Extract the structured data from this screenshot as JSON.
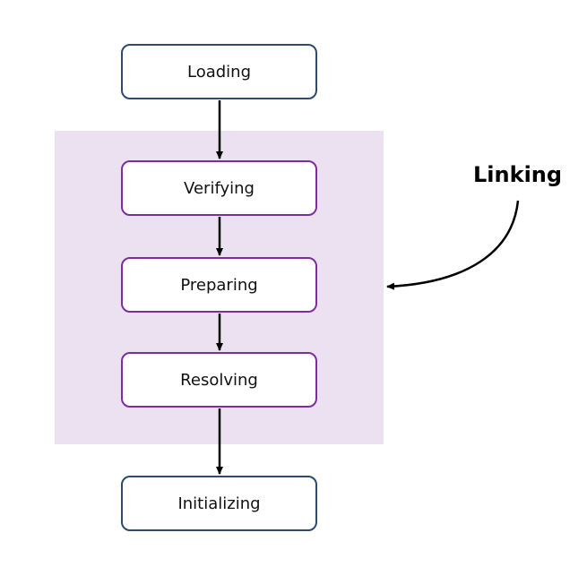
{
  "diagram": {
    "stages": {
      "loading": "Loading",
      "verifying": "Verifying",
      "preparing": "Preparing",
      "resolving": "Resolving",
      "initializing": "Initializing"
    },
    "group_label": "Linking"
  },
  "colors": {
    "outer_border": "#2f4a6e",
    "inner_border": "#7b2f9d",
    "region_fill": "#ebe1f1",
    "arrow": "#000000"
  }
}
